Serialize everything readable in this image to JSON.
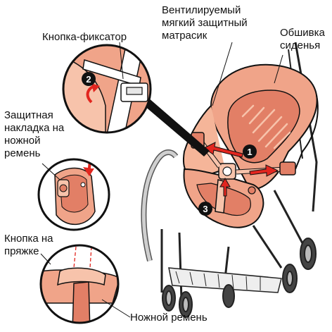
{
  "labels": {
    "lock_button": "Кнопка-фиксатор",
    "ventilated_mattress": "Вентилируемый\nмягкий защитный\nматрасик",
    "seat_cover": "Обшивка\nсиденья",
    "crotch_pad": "Защитная\nнакладка на\nножной\nремень",
    "buckle_button": "Кнопка на\nпряжке",
    "crotch_strap": "Ножной ремень"
  },
  "step_markers": {
    "step1": "1",
    "step2": "2",
    "step3": "3"
  },
  "colors": {
    "seat_pink": "#f0a489",
    "seat_light": "#f7c3ab",
    "seat_dark": "#e27f66",
    "arrow_red": "#e2261f",
    "outline": "#111111",
    "frame_gray": "#8a8a8a"
  }
}
